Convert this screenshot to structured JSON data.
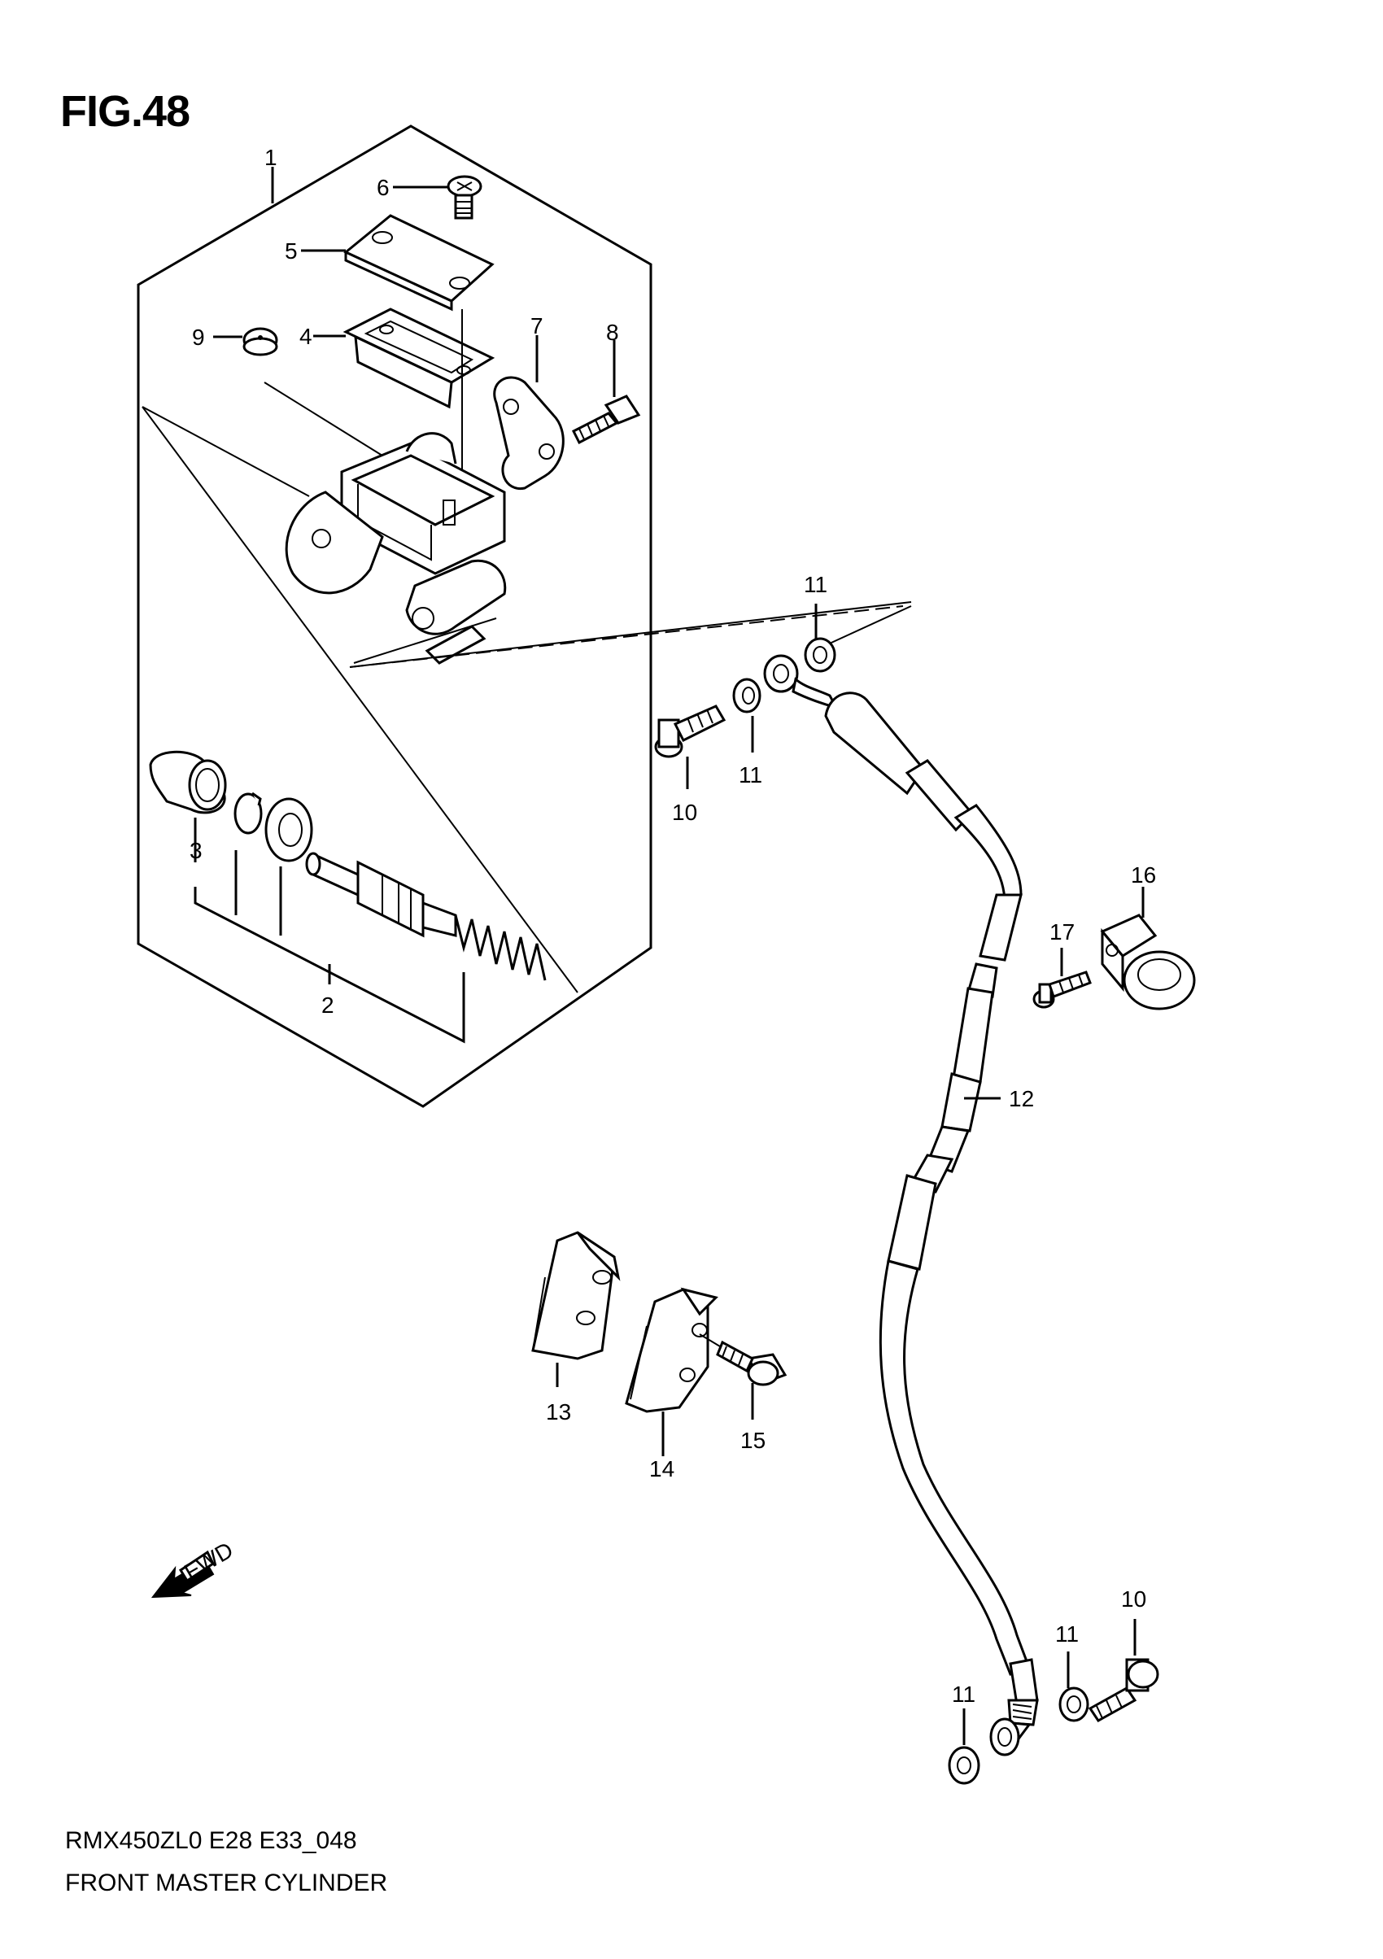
{
  "figure_title": "FIG.48",
  "caption": {
    "code": "RMX450ZL0 E28 E33_048",
    "name": "FRONT MASTER CYLINDER"
  },
  "direction_badge": "FWD",
  "callouts": {
    "c1": "1",
    "c2": "2",
    "c3": "3",
    "c4": "4",
    "c5": "5",
    "c6": "6",
    "c7": "7",
    "c8": "8",
    "c9": "9",
    "c10a": "10",
    "c10b": "10",
    "c11a": "11",
    "c11b": "11",
    "c11c": "11",
    "c11d": "11",
    "c12": "12",
    "c13": "13",
    "c14": "14",
    "c15": "15",
    "c16": "16",
    "c17": "17"
  }
}
